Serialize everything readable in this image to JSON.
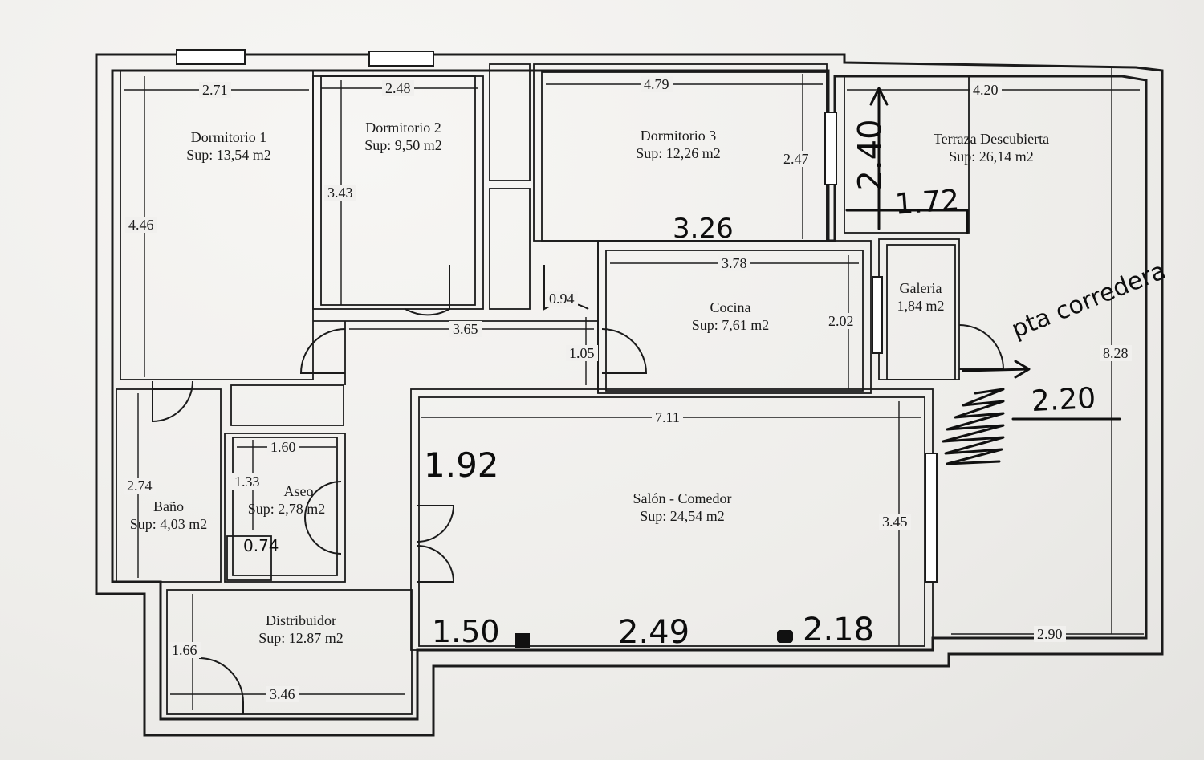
{
  "rooms": {
    "dormitorio1": {
      "name": "Dormitorio 1",
      "area": "Sup: 13,54 m2"
    },
    "dormitorio2": {
      "name": "Dormitorio 2",
      "area": "Sup: 9,50 m2"
    },
    "dormitorio3": {
      "name": "Dormitorio 3",
      "area": "Sup: 12,26 m2"
    },
    "terraza": {
      "name": "Terraza Descubierta",
      "area": "Sup: 26,14 m2"
    },
    "cocina": {
      "name": "Cocina",
      "area": "Sup: 7,61 m2"
    },
    "galeria": {
      "name": "Galeria",
      "area": "1,84 m2"
    },
    "salon": {
      "name": "Salón - Comedor",
      "area": "Sup: 24,54 m2"
    },
    "bano": {
      "name": "Baño",
      "area": "Sup: 4,03 m2"
    },
    "aseo": {
      "name": "Aseo",
      "area": "Sup: 2,78 m2"
    },
    "distribuidor": {
      "name": "Distribuidor",
      "area": "Sup: 12.87 m2"
    }
  },
  "dimensions": {
    "d1_width": "2.71",
    "d1_height": "4.46",
    "d2_width": "2.48",
    "d2_height": "3.43",
    "d3_width": "4.79",
    "d3_height": "2.47",
    "terraza_width": "4.20",
    "terraza_height": "8.28",
    "terraza_bottom": "2.90",
    "cocina_width": "3.78",
    "cocina_height": "2.02",
    "pasillo_width": "3.65",
    "hall_small": "0.94",
    "hall_door": "1.05",
    "salon_width": "7.11",
    "salon_height": "3.45",
    "bano_height": "2.74",
    "aseo_width": "1.60",
    "aseo_height": "1.33",
    "dist_width": "3.46",
    "dist_height": "1.66"
  },
  "handwritten": {
    "terraza_h": "2.40",
    "terraza_w": "1.72",
    "cocina_top": "3.26",
    "salon_side": "1.92",
    "salon_b1": "1.50",
    "salon_b2": "2.49",
    "salon_b3": "2.18",
    "galeria_w": "2.20",
    "note": "pta corredera",
    "aseo_note": "0.74"
  }
}
